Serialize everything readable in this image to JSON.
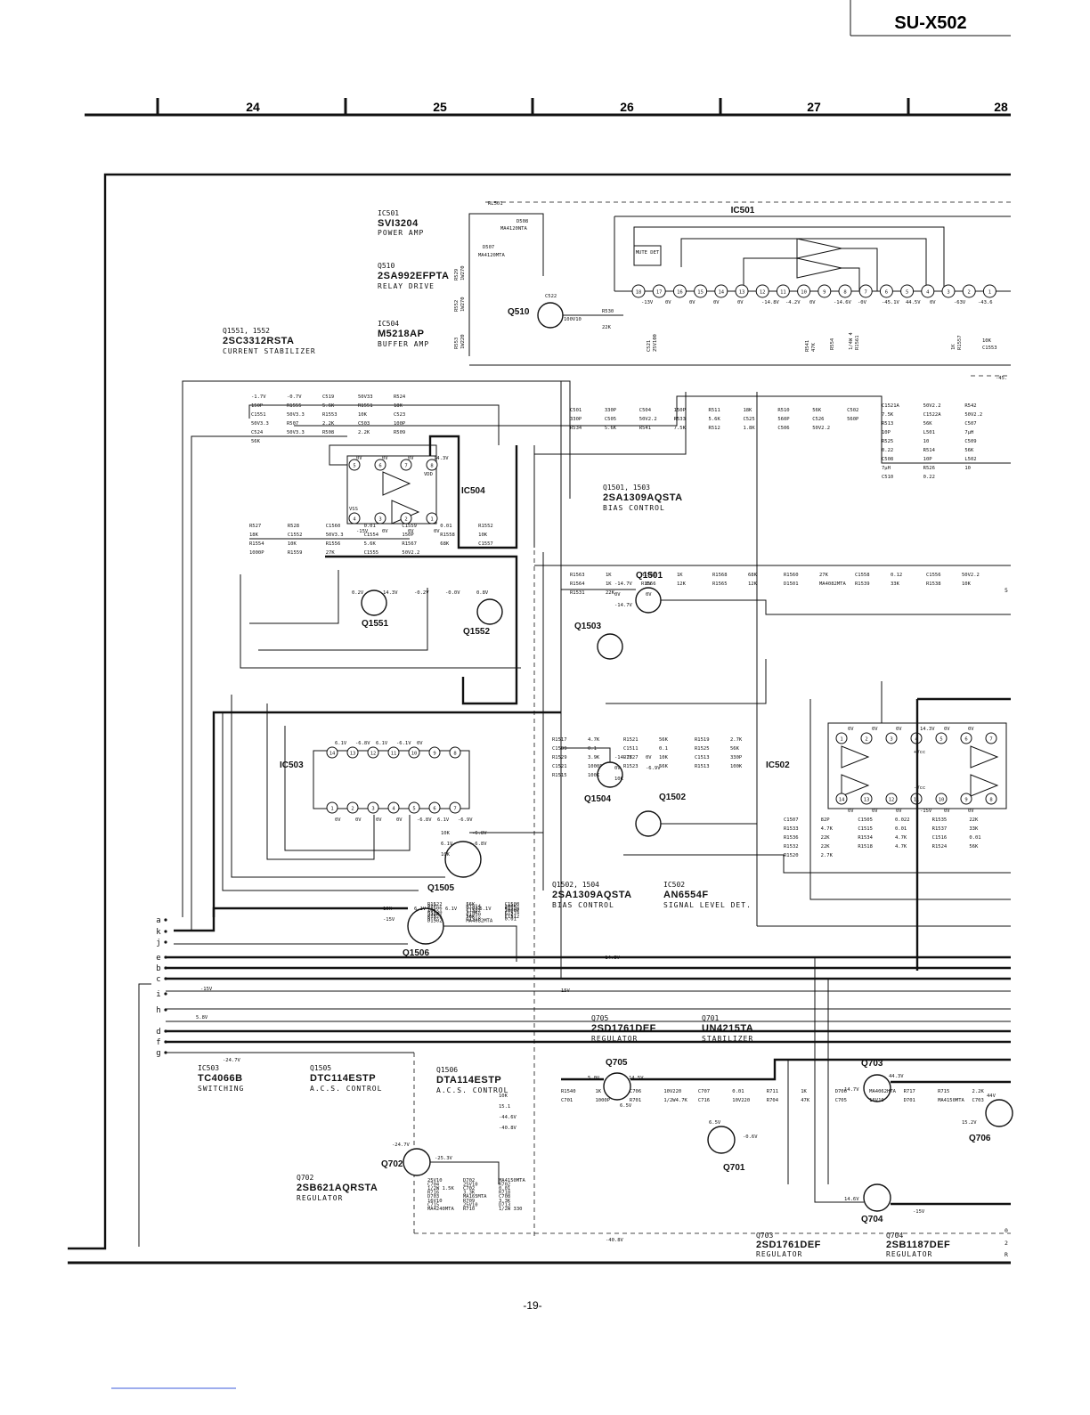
{
  "header": {
    "model": "SU-X502",
    "grid_numbers": [
      "24",
      "25",
      "26",
      "27",
      "28"
    ],
    "page_number": "-19-"
  },
  "legend_blocks": [
    {
      "ref": "IC501",
      "part": "SVI3204",
      "desc": "POWER AMP"
    },
    {
      "ref": "Q510",
      "part": "2SA992EFPTA",
      "desc": "RELAY DRIVE"
    },
    {
      "ref": "IC504",
      "part": "M5218AP",
      "desc": "BUFFER AMP"
    },
    {
      "ref": "Q1551, 1552",
      "part": "2SC3312RSTA",
      "desc": "CURRENT STABILIZER"
    },
    {
      "ref": "Q1501, 1503",
      "part": "2SA1309AQSTA",
      "desc": "BIAS CONTROL"
    },
    {
      "ref": "Q1502, 1504",
      "part": "2SA1309AQSTA",
      "desc": "BIAS CONTROL"
    },
    {
      "ref": "IC502",
      "part": "AN6554F",
      "desc": "SIGNAL LEVEL DET."
    },
    {
      "ref": "IC503",
      "part": "TC4066B",
      "desc": "SWITCHING"
    },
    {
      "ref": "Q1505",
      "part": "DTC114ESTP",
      "desc": "A.C.S. CONTROL"
    },
    {
      "ref": "Q1506",
      "part": "DTA114ESTP",
      "desc": "A.C.S. CONTROL"
    },
    {
      "ref": "Q705",
      "part": "2SD1761DEF",
      "desc": "REGULATOR"
    },
    {
      "ref": "Q701",
      "part": "UN4215TA",
      "desc": "STABILIZER"
    },
    {
      "ref": "Q702",
      "part": "2SB621AQRSTA",
      "desc": "REGULATOR"
    },
    {
      "ref": "Q703",
      "part": "2SD1761DEF",
      "desc": "REGULATOR"
    },
    {
      "ref": "Q704",
      "part": "2SB1187DEF",
      "desc": "REGULATOR"
    }
  ],
  "ic_labels": {
    "ic501": "IC501",
    "ic504": "IC504",
    "ic503": "IC503",
    "ic502": "IC502",
    "mute_det": "MUTE DET"
  },
  "transistor_labels": {
    "q510": "Q510",
    "q1551": "Q1551",
    "q1552": "Q1552",
    "q1501": "Q1501",
    "q1503": "Q1503",
    "q1504": "Q1504",
    "q1502": "Q1502",
    "q1505": "Q1505",
    "q1506": "Q1506",
    "q705": "Q705",
    "q701": "Q701",
    "q702": "Q702",
    "q703": "Q703",
    "q704": "Q704",
    "q706": "Q706"
  },
  "bus_lines": [
    "a",
    "k",
    "j",
    "e",
    "b",
    "c",
    "i",
    "h",
    "d",
    "f",
    "g"
  ],
  "ic501_pins": [
    "18",
    "17",
    "16",
    "15",
    "14",
    "13",
    "12",
    "11",
    "10",
    "9",
    "8",
    "7",
    "6",
    "5",
    "4",
    "3",
    "2",
    "1"
  ],
  "ic501_voltages": [
    "-13V",
    "0V",
    "0V",
    "0V",
    "0V",
    "-14.8V",
    "-4.2V",
    "0V",
    "-14.6V",
    "-0V",
    "-45.1V",
    "44.5V",
    "0V",
    "-63V",
    "-43.6"
  ],
  "ic504_pins": [
    "5",
    "6",
    "7",
    "8",
    "4",
    "3",
    "2",
    "1"
  ],
  "ic504_voltages": [
    "0V",
    "0V",
    "0V",
    "14.3V",
    "-15V",
    "0V",
    "0V",
    "0V"
  ],
  "ic504_supply": [
    "VDD",
    "VSS"
  ],
  "ic503_pins_top": [
    "14",
    "13",
    "12",
    "11",
    "10",
    "9",
    "8"
  ],
  "ic503_pins_bottom": [
    "1",
    "2",
    "3",
    "4",
    "5",
    "6",
    "7"
  ],
  "ic503_voltages_top": [
    "6.1V",
    "-6.8V",
    "6.1V",
    "-6.1V",
    "0V"
  ],
  "ic503_voltages_bottom": [
    "0V",
    "0V",
    "0V",
    "0V",
    "-6.8V",
    "6.1V",
    "-6.9V"
  ],
  "ic502_pins_top": [
    "1",
    "2",
    "3",
    "4",
    "5",
    "6",
    "7"
  ],
  "ic502_pins_bottom": [
    "14",
    "13",
    "12",
    "11",
    "10",
    "9",
    "8"
  ],
  "ic502_voltages_top": [
    "0V",
    "0V",
    "0V",
    "14.3V",
    "0V",
    "0V"
  ],
  "ic502_voltages_bottom": [
    "0V",
    "0V",
    "0V",
    "-15V",
    "0V",
    "0V"
  ],
  "ic502_supply": [
    "+Vcc",
    "-Vcc"
  ],
  "component_labels": [
    "RL501",
    "D508",
    "MA4120NTA",
    "D507",
    "MA4120MTA",
    "R529",
    "1W270",
    "R552",
    "1W270",
    "R553",
    "1W220",
    "R530",
    "22K",
    "C521",
    "25V100",
    "-1.7V",
    "-0.7V",
    "C519",
    "50V33",
    "R524",
    "C522",
    "100V10",
    "R541",
    "47K",
    "R554",
    "1/4W 4",
    "R1561",
    "1K",
    "R1557",
    "10K",
    "C1553",
    "150P",
    "R1555",
    "5.6K",
    "R1551",
    "18K",
    "C1551",
    "50V3.3",
    "R1553",
    "10K",
    "C523",
    "50V3.3",
    "R507",
    "2.2K",
    "C503",
    "100P",
    "C524",
    "50V3.3",
    "R508",
    "2.2K",
    "R509",
    "56K",
    "C501",
    "330P",
    "C504",
    "150P",
    "R511",
    "18K",
    "R510",
    "56K",
    "C502",
    "330P",
    "C505",
    "50V2.2",
    "R533",
    "5.6K",
    "C525",
    "560P",
    "C526",
    "560P",
    "R534",
    "5.6K",
    "R541",
    "7.5K",
    "R512",
    "1.8K",
    "C506",
    "50V2.2",
    "C1521A",
    "50V2.2",
    "R542",
    "7.5K",
    "C1522A",
    "50V2.2",
    "R513",
    "56K",
    "C507",
    "10P",
    "L501",
    "7μH",
    "R525",
    "10",
    "C509",
    "0.22",
    "R514",
    "56K",
    "C508",
    "10P",
    "L502",
    "7μH",
    "R526",
    "10",
    "C510",
    "0.22",
    "R527",
    "R528",
    "C1560",
    "0.01",
    "C1559",
    "0.01",
    "R1552",
    "18K",
    "C1552",
    "50V3.3",
    "C1554",
    "150P",
    "R1558",
    "10K",
    "R1554",
    "10K",
    "R1556",
    "5.6K",
    "R1567",
    "68K",
    "C1557",
    "1000P",
    "R1559",
    "27K",
    "C1555",
    "50V2.2",
    "R1563",
    "1K",
    "R1562",
    "1K",
    "R1568",
    "68K",
    "R1560",
    "27K",
    "C1558",
    "0.12",
    "C1556",
    "50V2.2",
    "R1564",
    "1K",
    "R1566",
    "12K",
    "R1565",
    "12K",
    "D1501",
    "MA4082MTA",
    "R1539",
    "33K",
    "R1538",
    "10K",
    "R1531",
    "22K",
    "R1517",
    "4.7K",
    "R1521",
    "56K",
    "R1519",
    "2.7K",
    "C1509",
    "0.1",
    "C1511",
    "0.1",
    "R1525",
    "56K",
    "R1529",
    "3.9K",
    "R1527",
    "10K",
    "C1513",
    "330P",
    "C1521",
    "1000P",
    "R1523",
    "56K",
    "R1513",
    "100K",
    "R1515",
    "100K",
    "C1507",
    "82P",
    "C1505",
    "0.022",
    "R1535",
    "22K",
    "R1533",
    "4.7K",
    "C1515",
    "0.01",
    "R1537",
    "33K",
    "R1536",
    "22K",
    "R1534",
    "4.7K",
    "C1516",
    "0.01",
    "R1532",
    "22K",
    "R1518",
    "4.7K",
    "R1524",
    "56K",
    "R1520",
    "2.7K",
    "R1522",
    "56K",
    "C1508",
    "82P",
    "R1514",
    "100K",
    "C1506",
    "0.022",
    "R1528",
    "10K",
    "C1522",
    "1000P",
    "R1530",
    "3.9K",
    "C1514",
    "330P",
    "C1510",
    "0.1",
    "R1526",
    "56K",
    "C1512",
    "0.1",
    "C1518",
    "0.01",
    "D1502",
    "MA4082MTA",
    "R1540",
    "1K",
    "C706",
    "10V220",
    "C707",
    "0.01",
    "R711",
    "1K",
    "D706",
    "MA4062HTA",
    "R717",
    "R715",
    "2.2K",
    "C701",
    "1000P",
    "R701",
    "1/2W4.7K",
    "C716",
    "10V220",
    "R704",
    "47K",
    "C705",
    "16V10",
    "D701",
    "MA4150MTA",
    "C703",
    "25V10",
    "D702",
    "MA4150MTA",
    "C704",
    "25V10",
    "R702",
    "1/2W 1.5K",
    "C702",
    "0.01",
    "R716",
    "3.3K",
    "R718",
    "D703",
    "MA165MTA",
    "C708",
    "16V10",
    "R709",
    "3.3K",
    "C715",
    "25V10",
    "D713",
    "MA4240MTA",
    "R710",
    "1/2W 330"
  ],
  "voltage_labels": [
    "0.2V",
    "14.3V",
    "-0.2V",
    "-0.0V",
    "0.8V",
    "-14.7V",
    "0V",
    "0V",
    "0V",
    "-14.7V",
    "-14.7V",
    "0V",
    "0V",
    "-6.9V",
    "10K",
    "10K",
    "-6.8V",
    "6.1V",
    "-6.8V",
    "10K",
    "10K",
    "6.1V",
    "6.1V",
    "-6.1V",
    "-15V",
    "-14.3V",
    "-15V",
    "- -15V",
    "5.8V",
    "-24.7V",
    "-45.",
    "5.0V",
    "14.5V",
    "6.5V",
    "6.5V",
    "10K",
    "-0.6V",
    "14.7V",
    "44.3V",
    "15.1",
    "44V",
    "15.2V",
    "14.6V",
    "-15V",
    "-44.6V",
    "-24.7V",
    "-25.3V",
    "-40.8V",
    "-40.8V"
  ],
  "edge_fragments": [
    "5",
    "0",
    "2",
    "R"
  ]
}
